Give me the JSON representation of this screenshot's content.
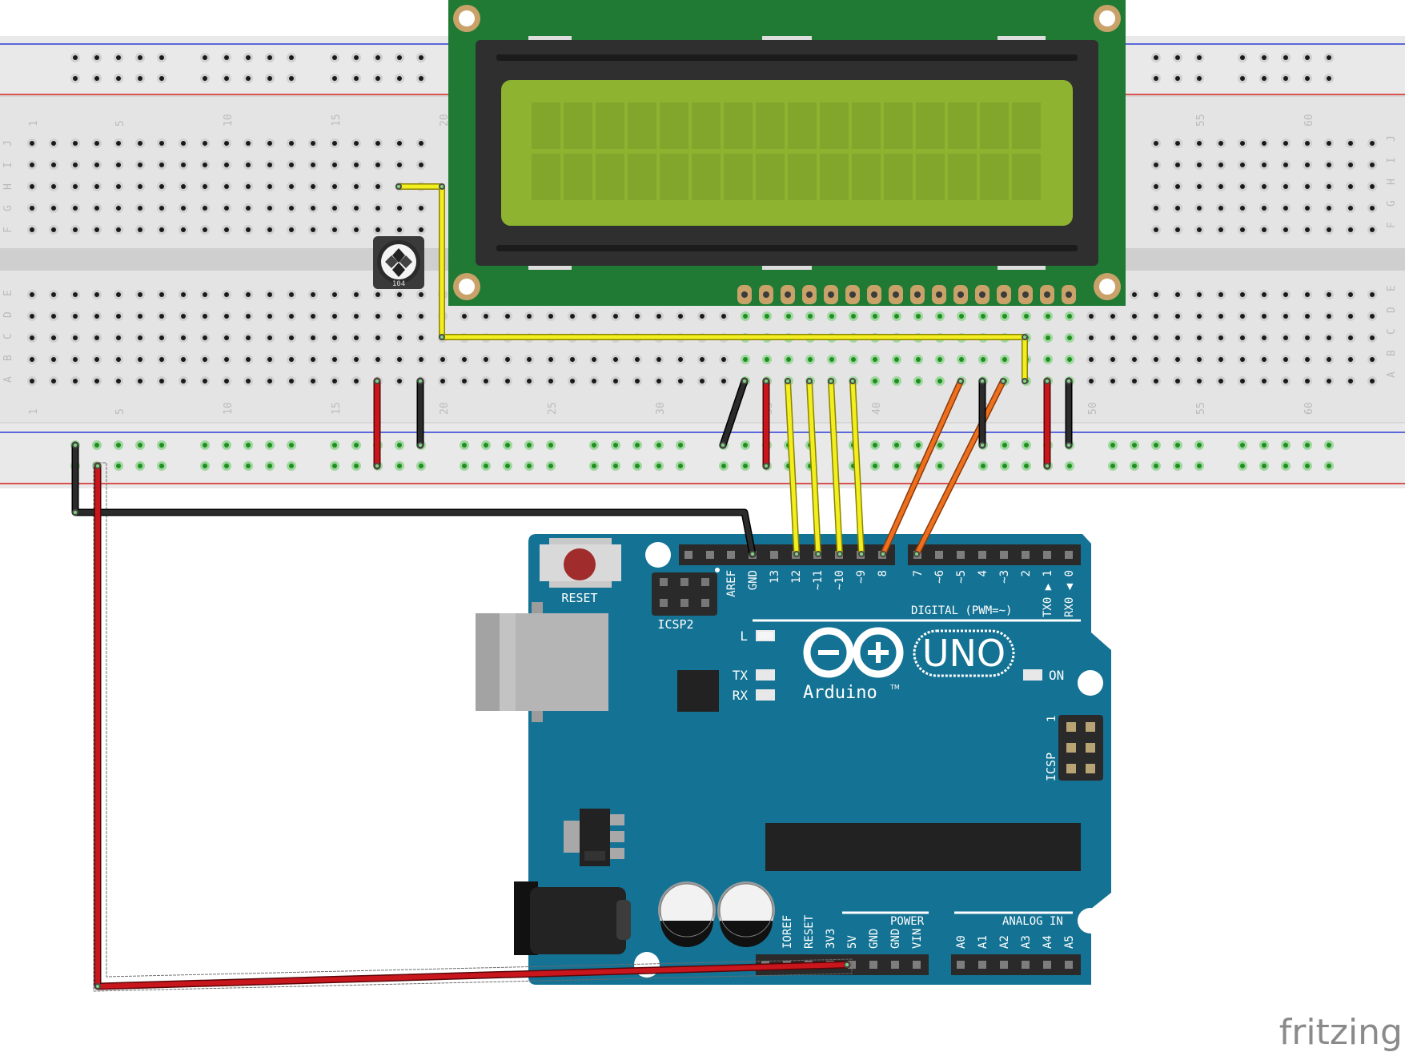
{
  "breadboard": {
    "row_letters_top": [
      "J",
      "I",
      "H",
      "G",
      "F"
    ],
    "row_letters_bottom": [
      "E",
      "D",
      "C",
      "B",
      "A"
    ],
    "column_numbers": [
      "1",
      "5",
      "10",
      "15",
      "20",
      "25",
      "30",
      "35",
      "40",
      "45",
      "50",
      "55",
      "60"
    ]
  },
  "potentiometer": {
    "label": "104"
  },
  "arduino": {
    "reset_label": "RESET",
    "icsp2_label": "ICSP2",
    "icsp_label": "ICSP",
    "icsp_pin1": "1",
    "led_l": "L",
    "led_tx": "TX",
    "led_rx": "RX",
    "led_on": "ON",
    "brand": "Arduino",
    "tm": "TM",
    "model": "UNO",
    "digital_label": "DIGITAL (PWM=~)",
    "digital_pins": [
      "AREF",
      "GND",
      "13",
      "12",
      "~11",
      "~10",
      "~9",
      "8",
      "7",
      "~6",
      "~5",
      "4",
      "~3",
      "2",
      "TX0 ▶ 1",
      "RX0 ◀ 0"
    ],
    "power_label": "POWER",
    "power_pins": [
      "IOREF",
      "RESET",
      "3V3",
      "5V",
      "GND",
      "GND",
      "VIN"
    ],
    "analog_label": "ANALOG IN",
    "analog_pins": [
      "A0",
      "A1",
      "A2",
      "A3",
      "A4",
      "A5"
    ]
  },
  "colors": {
    "wire_yellow": "#f2ee1f",
    "wire_red": "#c8161c",
    "wire_black": "#202020",
    "wire_orange": "#ee6f1e",
    "arduino_board": "#147394",
    "lcd_pcb": "#217a34",
    "lcd_screen": "#8eb330",
    "breadboard": "#e3e3e3",
    "rail_blue": "#2d3fd6",
    "rail_red": "#d42020"
  },
  "watermark": "fritzing"
}
